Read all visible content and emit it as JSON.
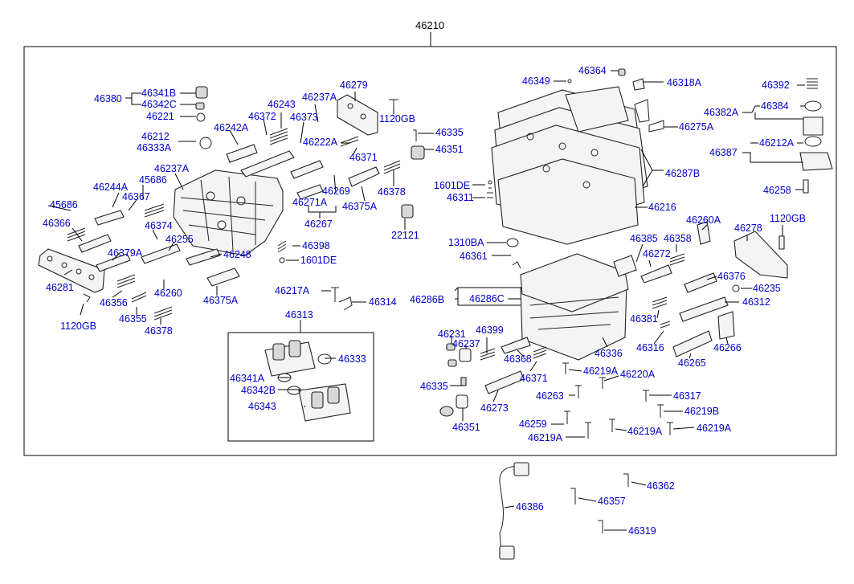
{
  "top_label": "46210",
  "labels": [
    {
      "id": "l46380",
      "text": "46380"
    },
    {
      "id": "l46341B",
      "text": "46341B"
    },
    {
      "id": "l46342C",
      "text": "46342C"
    },
    {
      "id": "l46221",
      "text": "46221"
    },
    {
      "id": "l46212",
      "text": "46212"
    },
    {
      "id": "l46333A",
      "text": "46333A"
    },
    {
      "id": "l46243",
      "text": "46243"
    },
    {
      "id": "l46372",
      "text": "46372"
    },
    {
      "id": "l46242A",
      "text": "46242A"
    },
    {
      "id": "l46373",
      "text": "46373"
    },
    {
      "id": "l46237A_top",
      "text": "46237A"
    },
    {
      "id": "l46279",
      "text": "46279"
    },
    {
      "id": "l1120GB_top",
      "text": "1120GB"
    },
    {
      "id": "l46222A",
      "text": "46222A"
    },
    {
      "id": "l46371_top",
      "text": "46371"
    },
    {
      "id": "l46335_top",
      "text": "46335"
    },
    {
      "id": "l46351_top",
      "text": "46351"
    },
    {
      "id": "l46237A_left",
      "text": "46237A"
    },
    {
      "id": "l45686_a",
      "text": "45686"
    },
    {
      "id": "l46244A",
      "text": "46244A"
    },
    {
      "id": "l46367",
      "text": "46367"
    },
    {
      "id": "l45686_b",
      "text": "45686"
    },
    {
      "id": "l46366",
      "text": "46366"
    },
    {
      "id": "l46374",
      "text": "46374"
    },
    {
      "id": "l46255",
      "text": "46255"
    },
    {
      "id": "l46379A",
      "text": "46379A"
    },
    {
      "id": "l46248",
      "text": "46248"
    },
    {
      "id": "l46281",
      "text": "46281"
    },
    {
      "id": "l46356",
      "text": "46356"
    },
    {
      "id": "l46260_left",
      "text": "46260"
    },
    {
      "id": "l46375A_bot",
      "text": "46375A"
    },
    {
      "id": "l1120GB_left",
      "text": "1120GB"
    },
    {
      "id": "l46355",
      "text": "46355"
    },
    {
      "id": "l46378_left",
      "text": "46378"
    },
    {
      "id": "l46269",
      "text": "46269"
    },
    {
      "id": "l46271A",
      "text": "46271A"
    },
    {
      "id": "l46267",
      "text": "46267"
    },
    {
      "id": "l46375A_mid",
      "text": "46375A"
    },
    {
      "id": "l46378_mid",
      "text": "46378"
    },
    {
      "id": "l22121",
      "text": "22121"
    },
    {
      "id": "l46398",
      "text": "46398"
    },
    {
      "id": "l1601DE_mid",
      "text": "1601DE"
    },
    {
      "id": "l46217A",
      "text": "46217A"
    },
    {
      "id": "l46314",
      "text": "46314"
    },
    {
      "id": "l46313",
      "text": "46313"
    },
    {
      "id": "l46333",
      "text": "46333"
    },
    {
      "id": "l46341A",
      "text": "46341A"
    },
    {
      "id": "l46342B",
      "text": "46342B"
    },
    {
      "id": "l46343",
      "text": "46343"
    },
    {
      "id": "l46349",
      "text": "46349"
    },
    {
      "id": "l46364",
      "text": "46364"
    },
    {
      "id": "l46318A",
      "text": "46318A"
    },
    {
      "id": "l46392",
      "text": "46392"
    },
    {
      "id": "l46382A",
      "text": "46382A"
    },
    {
      "id": "l46384",
      "text": "46384"
    },
    {
      "id": "l46275A",
      "text": "46275A"
    },
    {
      "id": "l46387",
      "text": "46387"
    },
    {
      "id": "l46212A",
      "text": "46212A"
    },
    {
      "id": "l46287B",
      "text": "46287B"
    },
    {
      "id": "l46258",
      "text": "46258"
    },
    {
      "id": "l1601DE_right",
      "text": "1601DE"
    },
    {
      "id": "l46311",
      "text": "46311"
    },
    {
      "id": "l46216",
      "text": "46216"
    },
    {
      "id": "l46260A",
      "text": "46260A"
    },
    {
      "id": "l1120GB_right",
      "text": "1120GB"
    },
    {
      "id": "l1310BA",
      "text": "1310BA"
    },
    {
      "id": "l46385",
      "text": "46385"
    },
    {
      "id": "l46358",
      "text": "46358"
    },
    {
      "id": "l46278",
      "text": "46278"
    },
    {
      "id": "l46361",
      "text": "46361"
    },
    {
      "id": "l46272",
      "text": "46272"
    },
    {
      "id": "l46376",
      "text": "46376"
    },
    {
      "id": "l46235",
      "text": "46235"
    },
    {
      "id": "l46286B",
      "text": "46286B"
    },
    {
      "id": "l46286C",
      "text": "46286C"
    },
    {
      "id": "l46312",
      "text": "46312"
    },
    {
      "id": "l46381",
      "text": "46381"
    },
    {
      "id": "l46231",
      "text": "46231"
    },
    {
      "id": "l46399",
      "text": "46399"
    },
    {
      "id": "l46237",
      "text": "46237"
    },
    {
      "id": "l46316",
      "text": "46316"
    },
    {
      "id": "l46266",
      "text": "46266"
    },
    {
      "id": "l46336",
      "text": "46336"
    },
    {
      "id": "l46368",
      "text": "46368"
    },
    {
      "id": "l46265",
      "text": "46265"
    },
    {
      "id": "l46219A_1",
      "text": "46219A"
    },
    {
      "id": "l46220A",
      "text": "46220A"
    },
    {
      "id": "l46371_bot",
      "text": "46371"
    },
    {
      "id": "l46335_bot",
      "text": "46335"
    },
    {
      "id": "l46263",
      "text": "46263"
    },
    {
      "id": "l46317",
      "text": "46317"
    },
    {
      "id": "l46273",
      "text": "46273"
    },
    {
      "id": "l46219B",
      "text": "46219B"
    },
    {
      "id": "l46259",
      "text": "46259"
    },
    {
      "id": "l46351_bot",
      "text": "46351"
    },
    {
      "id": "l46219A_2",
      "text": "46219A"
    },
    {
      "id": "l46219A_3",
      "text": "46219A"
    },
    {
      "id": "l46219A_4",
      "text": "46219A"
    },
    {
      "id": "l46362",
      "text": "46362"
    },
    {
      "id": "l46386",
      "text": "46386"
    },
    {
      "id": "l46357",
      "text": "46357"
    },
    {
      "id": "l46319",
      "text": "46319"
    }
  ]
}
